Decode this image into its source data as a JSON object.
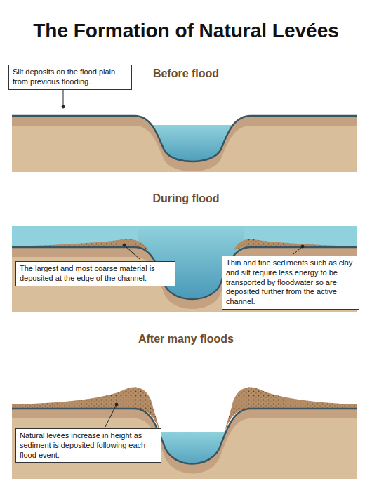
{
  "diagram": {
    "title": "The Formation of Natural Levées",
    "nodes": [
      {
        "text": [
          "Silt deposits on the flood plain from previous flooding."
        ]
      },
      {
        "text": [
          "The largest and most coarse material is deposited at the edge of the channel."
        ]
      },
      {
        "text": [
          "Thin and fine sediments such as clay and silt require less energy to be transported by floodwater so are deposited further from the active channel."
        ]
      },
      {
        "text": [
          "Natural levées increase in height as sediment is deposited following each flood event."
        ]
      }
    ],
    "labels": [
      "Before flood",
      "During flood",
      "After many floods"
    ]
  }
}
